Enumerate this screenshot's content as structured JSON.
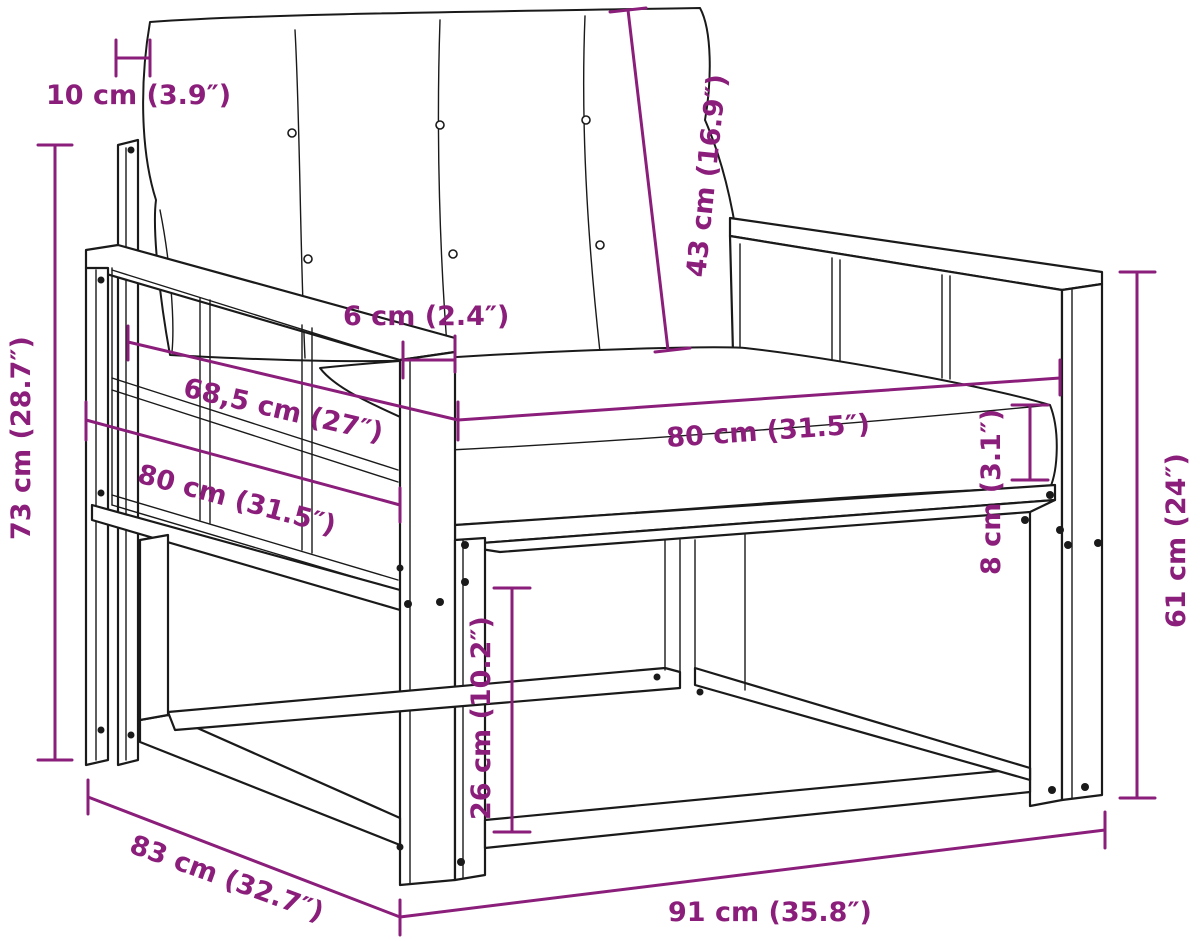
{
  "accent_color": "#8a1e7a",
  "line_color": "#1a1a1a",
  "dimensions": {
    "cushion_thickness": "10 cm (3.9″)",
    "backrest_height": "43 cm (16.9″)",
    "total_height": "73 cm (28.7″)",
    "armrest_width": "6 cm (2.4″)",
    "armrest_length": "68,5 cm (27″)",
    "seat_width": "80 cm (31.5″)",
    "seat_depth": "80 cm (31.5″)",
    "seat_cushion_height": "8 cm (3.1″)",
    "armrest_height": "61 cm (24″)",
    "under_seat_clearance": "26 cm (10.2″)",
    "total_depth": "83 cm (32.7″)",
    "total_width": "91 cm (35.8″)"
  }
}
